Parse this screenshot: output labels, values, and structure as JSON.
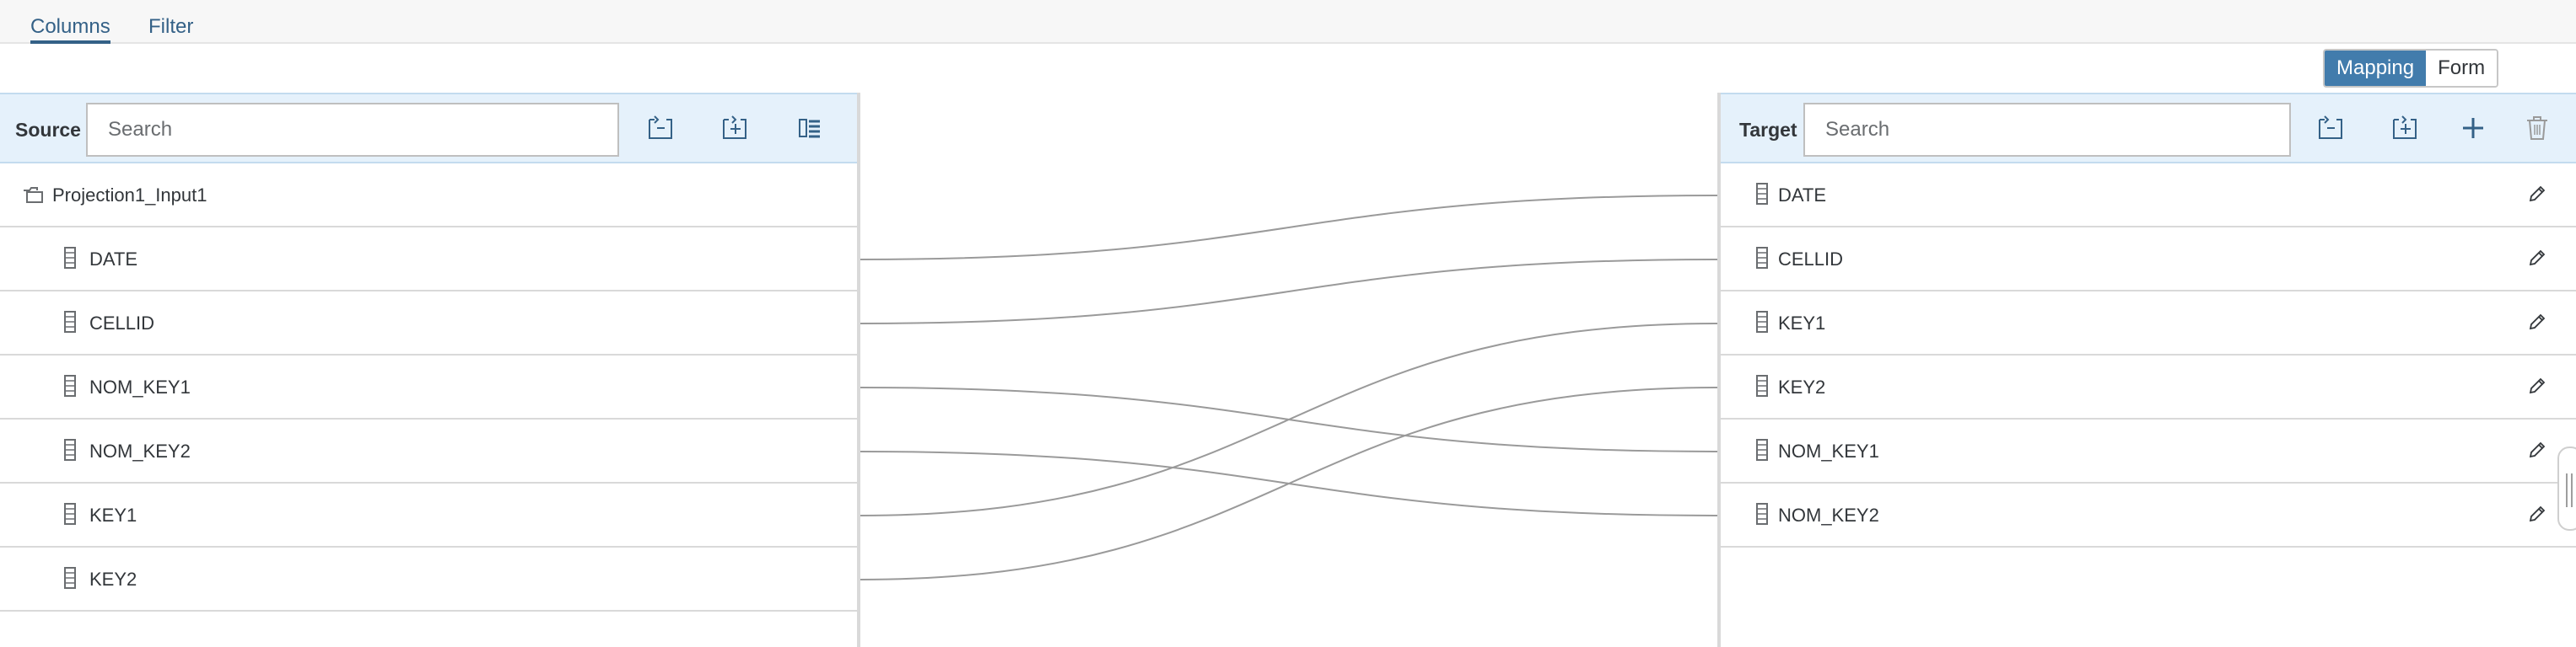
{
  "tabs": [
    {
      "label": "Columns",
      "active": true
    },
    {
      "label": "Filter",
      "active": false
    }
  ],
  "view_toggle": {
    "options": [
      "Mapping",
      "Form"
    ],
    "selected": "Mapping"
  },
  "source": {
    "label": "Source",
    "search_placeholder": "Search",
    "toolbar_icons": [
      "collapse-all-icon",
      "expand-all-icon",
      "hierarchy-icon"
    ],
    "node": "Projection1_Input1",
    "columns": [
      "DATE",
      "CELLID",
      "NOM_KEY1",
      "NOM_KEY2",
      "KEY1",
      "KEY2"
    ]
  },
  "target": {
    "label": "Target",
    "search_placeholder": "Search",
    "toolbar_icons": [
      "collapse-all-icon",
      "expand-all-icon",
      "add-icon",
      "delete-icon"
    ],
    "columns": [
      "DATE",
      "CELLID",
      "KEY1",
      "KEY2",
      "NOM_KEY1",
      "NOM_KEY2"
    ]
  },
  "mappings": [
    {
      "from": "DATE",
      "to": "DATE"
    },
    {
      "from": "CELLID",
      "to": "CELLID"
    },
    {
      "from": "NOM_KEY1",
      "to": "NOM_KEY1"
    },
    {
      "from": "NOM_KEY2",
      "to": "NOM_KEY2"
    },
    {
      "from": "KEY1",
      "to": "KEY1"
    },
    {
      "from": "KEY2",
      "to": "KEY2"
    }
  ],
  "colors": {
    "accent": "#346187",
    "selected": "#427cac",
    "header_bg": "#e5f1fb",
    "line": "#9a9a9a"
  }
}
